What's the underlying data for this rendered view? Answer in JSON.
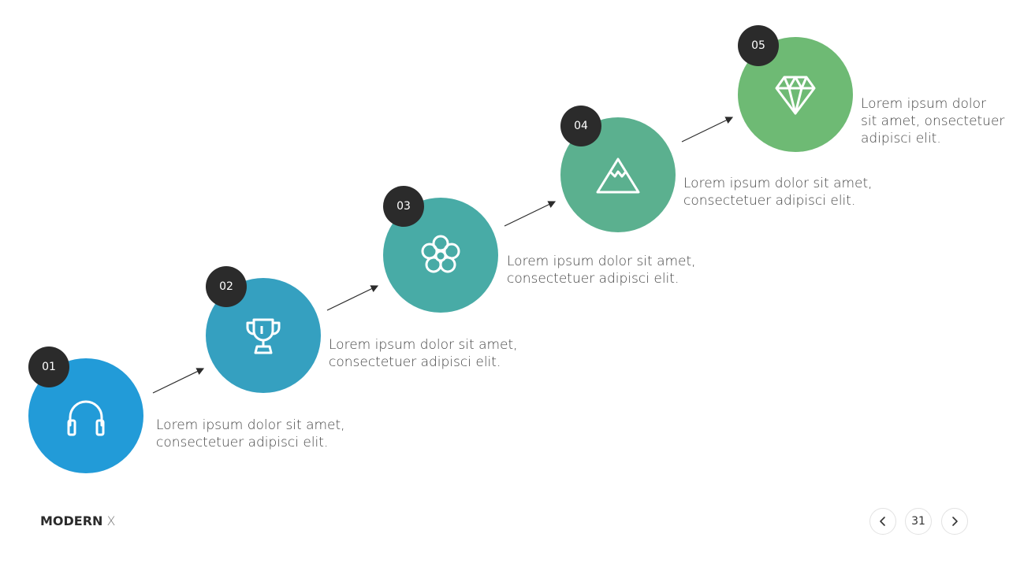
{
  "steps": [
    {
      "number": "01",
      "icon": "headphones-icon",
      "color": "#229BD8",
      "line1": "Lorem ipsum dolor sit amet,",
      "line2": "consectetuer adipisci elit.",
      "line3": ""
    },
    {
      "number": "02",
      "icon": "trophy-icon",
      "color": "#35A0C0",
      "line1": "Lorem ipsum dolor sit amet,",
      "line2": "consectetuer adipisci elit.",
      "line3": ""
    },
    {
      "number": "03",
      "icon": "flower-icon",
      "color": "#48ABA6",
      "line1": "Lorem ipsum dolor sit amet,",
      "line2": "consectetuer adipisci elit.",
      "line3": ""
    },
    {
      "number": "04",
      "icon": "mountain-icon",
      "color": "#5BB08F",
      "line1": "Lorem ipsum dolor sit amet,",
      "line2": "consectetuer adipisci elit.",
      "line3": ""
    },
    {
      "number": "05",
      "icon": "diamond-icon",
      "color": "#6EBA74",
      "line1": "Lorem ipsum dolor",
      "line2": "sit amet, onsectetuer",
      "line3": "adipisci elit."
    }
  ],
  "footer": {
    "brand_bold": "MODERN",
    "brand_light": "X",
    "page_number": "31"
  }
}
